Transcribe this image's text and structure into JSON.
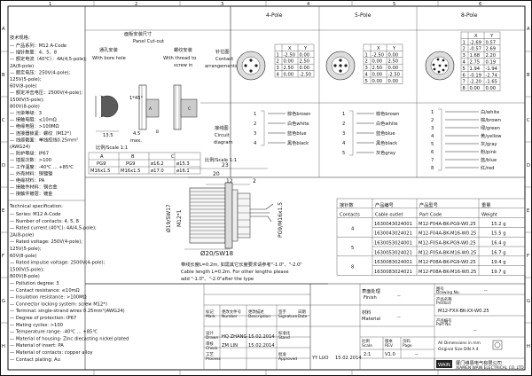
{
  "frame": {
    "col_numbers": [
      "1",
      "2",
      "3",
      "4",
      "5",
      "6"
    ],
    "row_letters": [
      "A",
      "B",
      "C",
      "D",
      "E",
      "F",
      "G",
      "H"
    ]
  },
  "spec_cn": {
    "title": "技术规格：",
    "lines": [
      "— 产品系列：M12 A-Code",
      "— 插针数量：4、5、8",
      "— 额定电流（40℃）：4A(4,5-pole);",
      "                  2A(8-pole)",
      "— 额定电压：250V(4-pole);",
      "            125V(5-pole);",
      "            60V(8-pole)",
      "— 额定冲击电压：2500V(4-pole);",
      "               1500V(5-pole);",
      "               800V(8-pole)",
      "— 污染等级：3",
      "— 接触电阻：≤10mΩ",
      "— 绝缘电阻：>100MΩ",
      "— 连接器锁紧：螺纹（M12*）",
      "— 线缆截面：单线绞线0.25mm²",
      "                       (AWG24)",
      "— 防护等级：IP67",
      "— 插拔次数：>100",
      "— 工作温度：-40℃ ... +85℃",
      "— 外壳材料：铜镀镍",
      "— 绝缘材料：PA",
      "— 接触件材料：铜合金",
      "— 接触件镀层：镀金"
    ]
  },
  "spec_en": {
    "title": "Technical specification:",
    "lines": [
      "— Series: M12 A-Code",
      "— Number of contacts: 4, 5, 8",
      "— Rated current (40℃): 4A(4,5-pole);",
      "                       2A(8-pole)",
      "— Rated voltage: 250V(4-pole);",
      "                 125V(5-pole);",
      "                 60V(8-pole)",
      "— Rated impulse voltage: 2500V(4-pole);",
      "                         1500V(5-pole);",
      "                         800V(8-pole)",
      "— Pollution degree: 3",
      "— Contact resistance: ≤10mΩ",
      "— Insulation resistance: >100MΩ",
      "— Connector locking system: screw M12*)",
      "— Terminal: single-strand wires 0.25mm²(AWG24)",
      "— Degree of protection: IP67",
      "— Mating cycles: >100",
      "— Temperature range: -40℃ ... +85℃",
      "— Material of housing: Zinc diecasting nickel plated",
      "— Material of insert: PA",
      "— Material of contacts: copper alloy",
      "— Contact plating: Au"
    ]
  },
  "panel": {
    "title_cn": "面板安装尺寸",
    "title_en": "Panel Cut-out",
    "bore_cn": "通孔安装",
    "bore_en": "With bore hole",
    "thread_cn": "螺纹安装",
    "thread_en": "With thread to",
    "thread_en2": "screw in",
    "scale": "比例/Scale 1:1",
    "dim_135": "13.5",
    "dim_45": "4.5",
    "dim_max": "max.",
    "dim_45deg": "1*45°",
    "table_headers": [
      "A",
      "B",
      "C"
    ],
    "table_rows": [
      [
        "PG9",
        "PG9",
        "ø16.2",
        "ø15.3"
      ],
      [
        "M16x1.5",
        "M16x1.5",
        "ø17.0",
        "ø16.1"
      ]
    ],
    "table_letters": [
      "A",
      "B",
      "C"
    ]
  },
  "poles": {
    "titles": [
      "4-Pole",
      "5-Pole",
      "8-Pole"
    ],
    "contact_cn": "针位图",
    "contact_en": "Contact",
    "contact_en2": "arrangements",
    "circuit_cn": "接线图",
    "circuit_en": "Circuit",
    "circuit_en2": "diagram",
    "scale": "比例/Scale 1:1",
    "coord_headers": [
      "",
      "X",
      "Y"
    ],
    "coords4": [
      [
        "1",
        "-2.50",
        "0.00"
      ],
      [
        "2",
        "0.00",
        "2.50"
      ],
      [
        "3",
        "2.50",
        "0.00"
      ],
      [
        "4",
        "0.00",
        "-2.50"
      ]
    ],
    "coords5": [
      [
        "1",
        "-2.50",
        "0.00"
      ],
      [
        "2",
        "0.00",
        "2.50"
      ],
      [
        "3",
        "2.50",
        "0.00"
      ],
      [
        "4",
        "0.00",
        "-2.50"
      ],
      [
        "5",
        "0.00",
        "0.00"
      ]
    ],
    "coords8": [
      [
        "1",
        "-2.69",
        "0.57"
      ],
      [
        "2",
        "-0.57",
        "2.69"
      ],
      [
        "3",
        "1.68",
        "2.20"
      ],
      [
        "4",
        "2.75",
        "0.19"
      ],
      [
        "5",
        "1.94",
        "-1.94"
      ],
      [
        "6",
        "-0.19",
        "-2.74"
      ],
      [
        "7",
        "-2.20",
        "-1.65"
      ],
      [
        "8",
        "0.00",
        "0.00"
      ]
    ],
    "wires4": [
      "1",
      "2",
      "3",
      "4"
    ],
    "wires4_colors": [
      "棕色brown",
      "白色white",
      "蓝色blue",
      "黑色black"
    ],
    "wires5": [
      "1",
      "2",
      "3",
      "4",
      "5"
    ],
    "wires5_colors": [
      "棕色brown",
      "白色white",
      "蓝色blue",
      "黑色black",
      "灰色gray"
    ],
    "wires8": [
      "1",
      "2",
      "3",
      "4",
      "5",
      "6",
      "7",
      "8"
    ],
    "wires8_colors": [
      "白/white",
      "棕/brown",
      "绿/green",
      "黄/yellow",
      "灰/gray",
      "粉/pink",
      "蓝/blue",
      "红/red"
    ]
  },
  "drawing": {
    "dim_20": "20",
    "dim_23": "23",
    "dim_12": "12",
    "dim_2": "2",
    "thread_label": "M12*1",
    "sw_label": "Ø19/SW17",
    "od_label": "Ø20/SW18",
    "pg_label": "PG9/M16x1.5",
    "note_cn": "带线长度L=0.2m, 如需其它长度要求请参考\"-1.0\"、\"-2.0\"",
    "note_en1": "Cable length L=0.2m. For other lengths please",
    "note_en2": "add \"-1.0\"、\"-2.0\"after the type"
  },
  "order_table": {
    "headers_cn": [
      "接针数",
      "产品编号",
      "产品型号",
      "重量"
    ],
    "headers_en": [
      "Contacts",
      "Cable outlet",
      "Part Code",
      "Weight"
    ],
    "rows": [
      {
        "contacts": "4",
        "code": "1630043024001",
        "part": "M12-F04A-BK-PG9-W0.25",
        "weight": "15.2 g"
      },
      {
        "contacts": "",
        "code": "1630043024021",
        "part": "M12-F04A-BK-M16-W0.25",
        "weight": "15.5 g"
      },
      {
        "contacts": "5",
        "code": "1630053024001",
        "part": "M12-F05A-BK-PG9-W0.25",
        "weight": "16.4 g"
      },
      {
        "contacts": "",
        "code": "1630053024021",
        "part": "M12-F05A-BK-M16-W0.25",
        "weight": "16.7 g"
      },
      {
        "contacts": "8",
        "code": "1630083024001",
        "part": "M12-F08A-BK-PG9-W0.25",
        "weight": "19.4 g"
      },
      {
        "contacts": "",
        "code": "1630083024021",
        "part": "M12-F08A-BK-M16-W0.25",
        "weight": "19.7 g"
      }
    ]
  },
  "title_block": {
    "finish_cn": "表面处理",
    "finish_en": "Finish",
    "finish_val": "--",
    "material_cn": "材料",
    "material_en": "Material",
    "material_val": "--",
    "drawing_no_cn": "图号",
    "drawing_no_en": "Drawing No.",
    "drawing_no_val": "--",
    "product_cn": "产品名称",
    "product_en": "Product",
    "product_val": "M12-FXX-BK-XX-W0.25",
    "partno_cn": "产品编号",
    "partno_en": "Part No.",
    "partno_val": "--",
    "hdr": [
      "标记",
      "更改文件号",
      "签字",
      "日期"
    ],
    "hdr_en": [
      "Mark",
      "Number",
      "Signature",
      "Date"
    ],
    "hdr_desc_cn": "更改描述",
    "hdr_desc_en": "Description",
    "drawn_cn": "设计",
    "drawn_en": "Drawn",
    "drawn_name": "HQ ZHANG",
    "drawn_date": "15.02.2014",
    "check_cn": "审核",
    "check_en": "Check",
    "check_name": "ZM LIN",
    "check_date": "15.02.2014",
    "process_cn": "工艺",
    "process_en": "Process",
    "stand_cn": "标准化",
    "stand_en": "Stand",
    "approved_cn": "批准",
    "approved_en": "Approved",
    "approved_name": "YY LUO",
    "approved_date": "15.02.2014",
    "scale_cn": "比例",
    "scale_en": "Scale",
    "scale_val": "2:1",
    "rev_cn": "版本",
    "rev_en": "REV.",
    "rev_val": "V1.0",
    "sheet_cn": "页码",
    "sheet_en": "Page",
    "sheet_val": "--",
    "dim_note1": "All Dimensions in mm",
    "dim_note2": "Original Size DIN A 4",
    "company_cn": "厦门维恩电气有限公司",
    "company_en": "XIAMEN WAIN ELECTRICAL CO.,LTD",
    "logo": "WAIN"
  }
}
